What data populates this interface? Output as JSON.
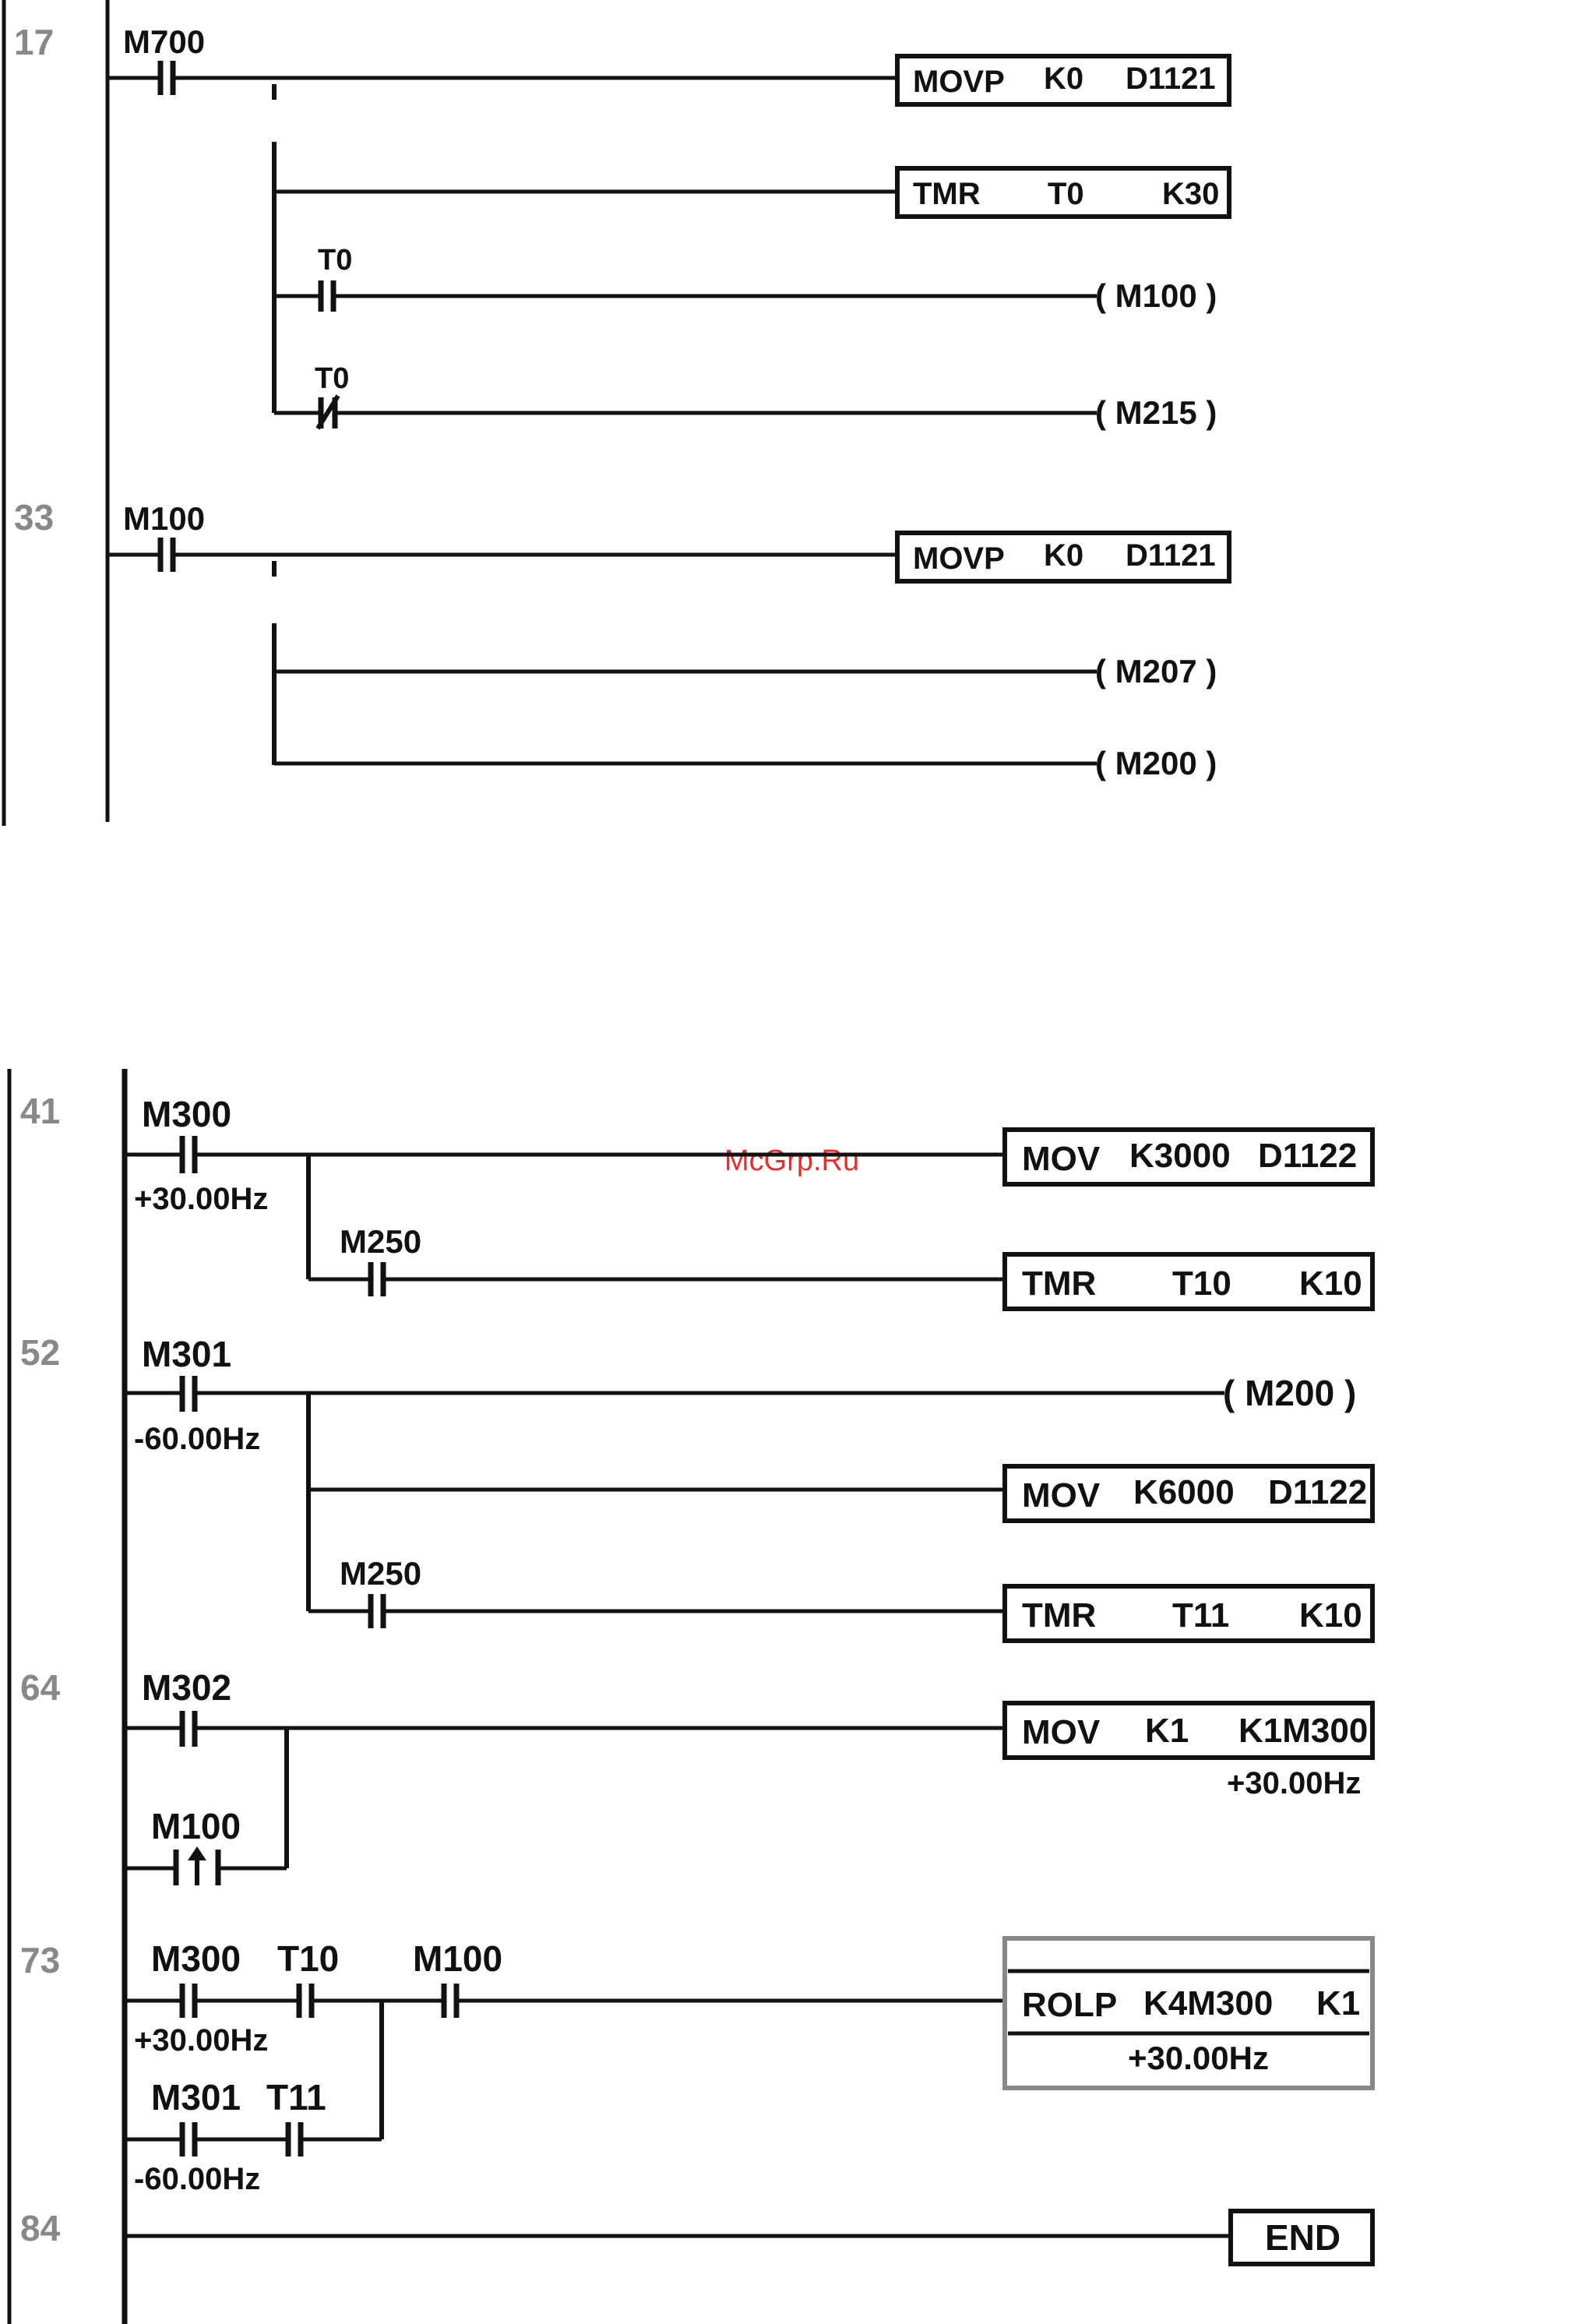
{
  "watermark": "McGrp.Ru",
  "top": {
    "steps": [
      "17",
      "33"
    ],
    "contacts": {
      "m700": "M700",
      "t0_no": "T0",
      "t0_nc": "T0",
      "m100": "M100"
    },
    "boxes": {
      "movp1": [
        "MOVP",
        "K0",
        "D1121"
      ],
      "tmr": [
        "TMR",
        "T0",
        "K30"
      ],
      "movp2": [
        "MOVP",
        "K0",
        "D1121"
      ]
    },
    "coils": {
      "m100": "( M100 )",
      "m215": "( M215 )",
      "m207": "( M207 )",
      "m200": "( M200 )"
    }
  },
  "bottom": {
    "steps": [
      "41",
      "52",
      "64",
      "73",
      "84"
    ],
    "contacts": {
      "m300": "M300",
      "m300_note": "+30.00Hz",
      "m250a": "M250",
      "m301": "M301",
      "m301_note": "-60.00Hz",
      "m250b": "M250",
      "m302": "M302",
      "m100p": "M100",
      "m300b": "M300",
      "t10": "T10",
      "m100b": "M100",
      "m300b_note": "+30.00Hz",
      "m301b": "M301",
      "t11": "T11",
      "m301b_note": "-60.00Hz"
    },
    "boxes": {
      "mov1": [
        "MOV",
        "K3000",
        "D1122"
      ],
      "tmr10": [
        "TMR",
        "T10",
        "K10"
      ],
      "mov2": [
        "MOV",
        "K6000",
        "D1122"
      ],
      "tmr11": [
        "TMR",
        "T11",
        "K10"
      ],
      "mov3": [
        "MOV",
        "K1",
        "K1M300"
      ],
      "mov3_note": "+30.00Hz",
      "rolp": [
        "ROLP",
        "K4M300",
        "K1"
      ],
      "rolp_note": "+30.00Hz",
      "end": "END"
    },
    "coils": {
      "m200": "( M200 )"
    }
  }
}
